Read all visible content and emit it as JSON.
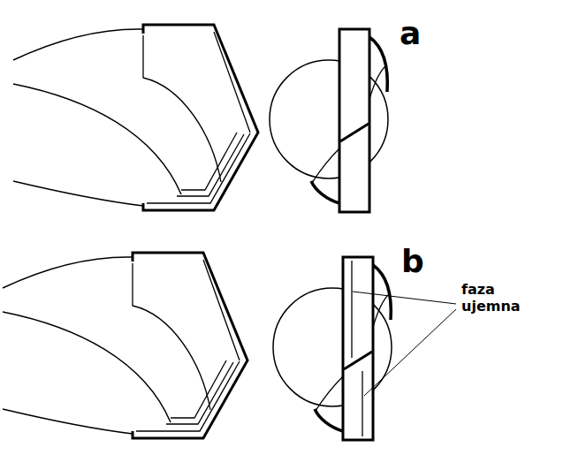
{
  "diagram": {
    "labels": [
      "a",
      "b",
      "faza ujemna"
    ]
  }
}
